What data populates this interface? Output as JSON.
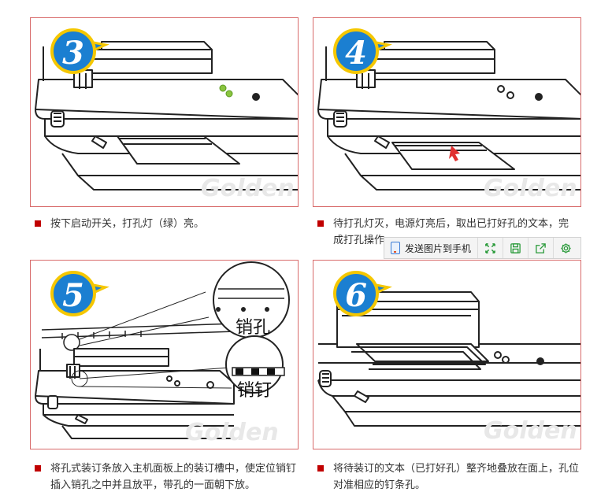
{
  "steps": [
    {
      "number": "3",
      "caption": "按下启动开关，打孔灯（绿）亮。"
    },
    {
      "number": "4",
      "caption": "待打孔灯灭，电源灯亮后，取出已打好孔的文本，完成打孔操作。"
    },
    {
      "number": "5",
      "caption": "将孔式装订条放入主机面板上的装订槽中，使定位销钉插入销孔之中并且放平，带孔的一面朝下放。",
      "callout_top": "销孔",
      "callout_bottom": "销钉"
    },
    {
      "number": "6",
      "caption": "将待装订的文本（已打好孔）整齐地叠放在面上，孔位对准相应的钉条孔。"
    }
  ],
  "watermark": "Golden",
  "toolbar": {
    "send_label": "发送图片到手机",
    "icons": [
      "fullscreen-icon",
      "save-icon",
      "share-icon",
      "settings-icon"
    ]
  },
  "colors": {
    "border": "#d86a6a",
    "badge_blue": "#1b7fd1",
    "badge_yellow": "#f5c700",
    "bullet": "#c00000",
    "indicator_green": "#8ac43f",
    "arrow_red": "#e03030",
    "toolbar_green": "#2a9a3a"
  }
}
